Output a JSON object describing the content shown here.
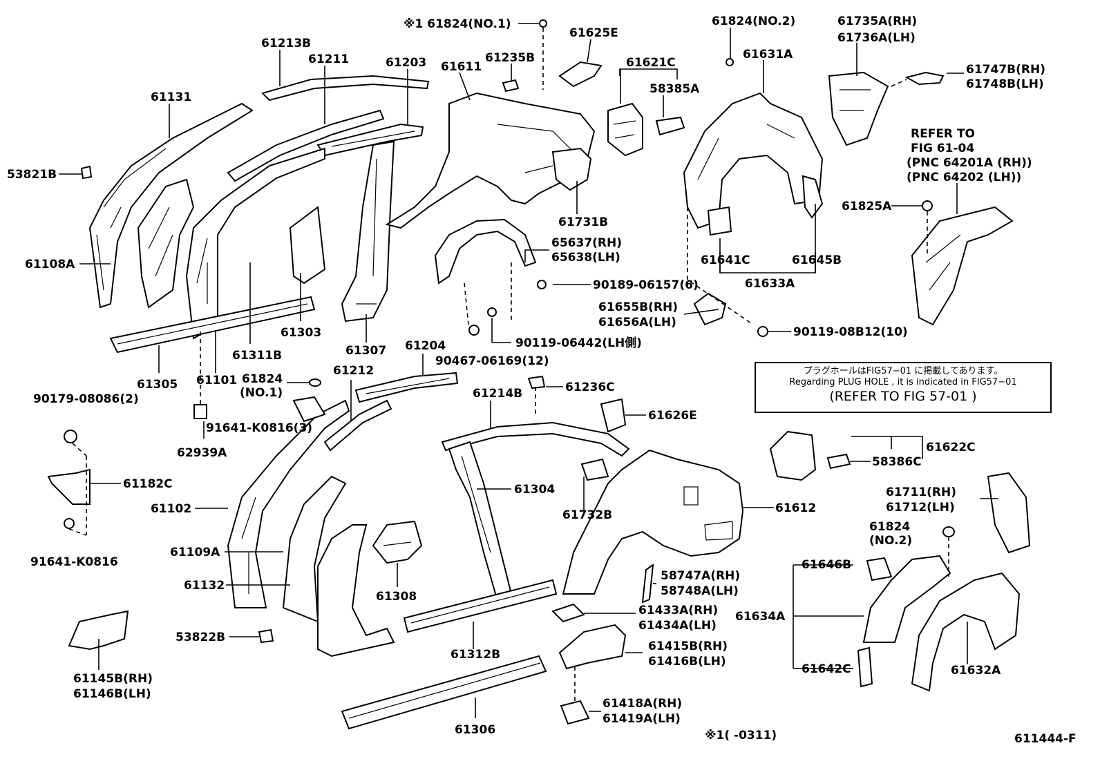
{
  "labels": {
    "l01": "※1 61824(NO.1)",
    "l02": "61625E",
    "l03": "61824(NO.2)",
    "l04": "61735A(RH)",
    "l05": "61736A(LH)",
    "l06": "61213B",
    "l07": "61211",
    "l08": "61203",
    "l09": "61611",
    "l10": "61235B",
    "l11": "61621C",
    "l12": "61631A",
    "l13": "61747B(RH)",
    "l14": "61748B(LH)",
    "l15": "61131",
    "l16": "58385A",
    "l17": "REFER TO",
    "l18": "FIG 61-04",
    "l19": "(PNC 64201A (RH))",
    "l20": "(PNC 64202 (LH))",
    "l21": "53821B",
    "l22": "61825A",
    "l23": "61731B",
    "l24": "65637(RH)",
    "l25": "65638(LH)",
    "l26": "61108A",
    "l27": "61641C",
    "l28": "61645B",
    "l29": "61633A",
    "l30": "90189-06157(6)",
    "l31": "61655B(RH)",
    "l32": "61656A(LH)",
    "l33": "61303",
    "l34": "61307",
    "l35": "90119-08B12(10)",
    "l36": "90119-06442(LH側)",
    "l37": "61311B",
    "l38": "61204",
    "l39": "90467-06169(12)",
    "l40": "61305",
    "l41": "61101",
    "l42": "61824",
    "l43": "(NO.1)",
    "l44": "61212",
    "l45": "61214B",
    "l46": "61236C",
    "l47": "90179-08086(2)",
    "l48": "61626E",
    "l49": "91641-K0816(3)",
    "l50": "62939A",
    "l51": "61622C",
    "l52": "58386C",
    "l53": "61182C",
    "l54": "61304",
    "l55": "61711(RH)",
    "l56": "61712(LH)",
    "l57": "61102",
    "l58": "61612",
    "l59": "61732B",
    "l60": "61824",
    "l61": "(NO.2)",
    "l62": "61109A",
    "l63": "91641-K0816",
    "l64": "61646B",
    "l65": "58747A(RH)",
    "l66": "58748A(LH)",
    "l67": "61132",
    "l68": "61308",
    "l69": "61433A(RH)",
    "l70": "61434A(LH)",
    "l71": "61634A",
    "l72": "53822B",
    "l73": "61415B(RH)",
    "l74": "61416B(LH)",
    "l75": "61312B",
    "l76": "61145B(RH)",
    "l77": "61146B(LH)",
    "l78": "61642C",
    "l79": "61632A",
    "l80": "61418A(RH)",
    "l81": "61419A(LH)",
    "l82": "61306",
    "l83": "※1(     -0311)",
    "l84": "611444-F"
  },
  "note": {
    "jp": "プラグホールはFIG57−01 に掲載してあります。",
    "en": "Regarding PLUG HOLE , it is indicated in FIG57−01",
    "ref": "(REFER TO FIG 57-01 )"
  }
}
